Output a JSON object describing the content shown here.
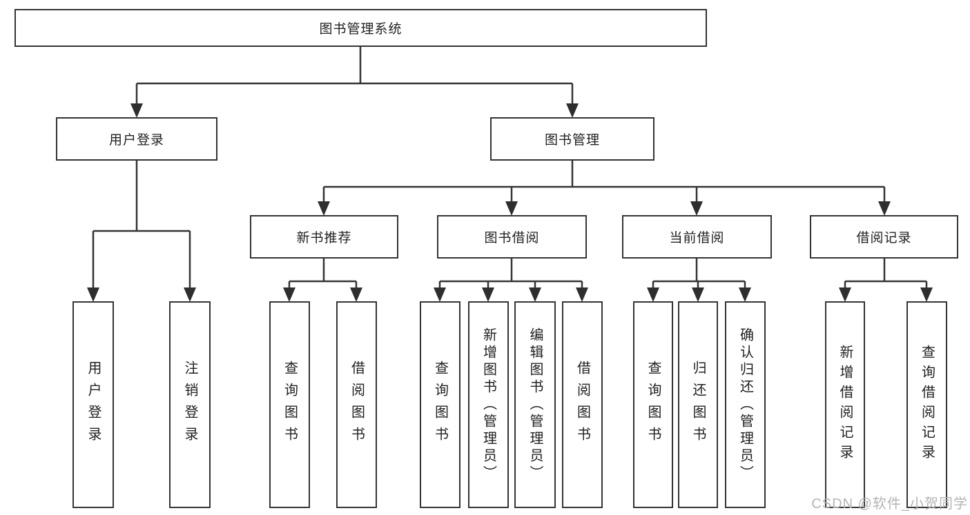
{
  "nodes": {
    "root": "图书管理系统",
    "user_login": {
      "label": "用户登录",
      "children": [
        "用户登录",
        "注销登录"
      ]
    },
    "book_management": {
      "label": "图书管理",
      "sections": [
        {
          "label": "新书推荐",
          "children": [
            "查询图书",
            "借阅图书"
          ]
        },
        {
          "label": "图书借阅",
          "children": [
            "查询图书",
            "新增图书（管理员）",
            "编辑图书（管理员）",
            "借阅图书"
          ]
        },
        {
          "label": "当前借阅",
          "children": [
            "查询图书",
            "归还图书",
            "确认归还（管理员）"
          ]
        },
        {
          "label": "借阅记录",
          "children": [
            "新增借阅记录",
            "查询借阅记录"
          ]
        }
      ]
    }
  },
  "watermark": "CSDN @软件_小贺同学",
  "colors": {
    "background": "#ffffff",
    "line": "#333333",
    "box_border": "#333333",
    "text": "#1f1f1f",
    "watermark": "#b4b4b4"
  }
}
